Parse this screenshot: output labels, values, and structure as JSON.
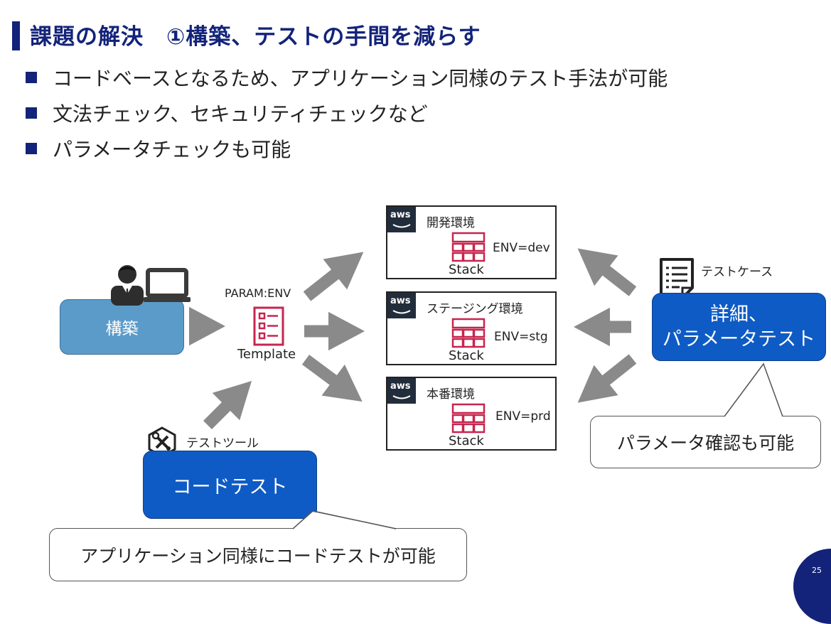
{
  "slide": {
    "title": "課題の解決　①構築、テストの手間を減らす",
    "bullets": [
      "コードベースとなるため、アプリケーション同様のテスト手法が可能",
      "文法チェック、セキュリティチェックなど",
      "パラメータチェックも可能"
    ],
    "page_number": "25"
  },
  "diagram": {
    "build_label": "構築",
    "template_param": "PARAM:ENV",
    "template_label": "Template",
    "environments": [
      {
        "name": "開発環境",
        "env": "ENV=dev",
        "stack": "Stack",
        "badge": "aws"
      },
      {
        "name": "ステージング環境",
        "env": "ENV=stg",
        "stack": "Stack",
        "badge": "aws"
      },
      {
        "name": "本番環境",
        "env": "ENV=prd",
        "stack": "Stack",
        "badge": "aws"
      }
    ],
    "test_tool_label": "テストツール",
    "code_test_label": "コードテスト",
    "code_test_callout": "アプリケーション同様にコードテストが可能",
    "test_case_label": "テストケース",
    "param_test_line1": "詳細、",
    "param_test_line2": "パラメータテスト",
    "param_test_callout": "パラメータ確認も可能"
  },
  "colors": {
    "title": "#13237a",
    "build_box": "#5b9bc9",
    "test_box": "#0e5bc5",
    "stack_icon": "#c7254e",
    "arrow": "#8a8a8a",
    "aws_badge": "#222d3c"
  },
  "icons": [
    "person-icon",
    "laptop-icon",
    "template-icon",
    "stack-icon",
    "aws-logo-icon",
    "tools-icon",
    "document-icon"
  ]
}
